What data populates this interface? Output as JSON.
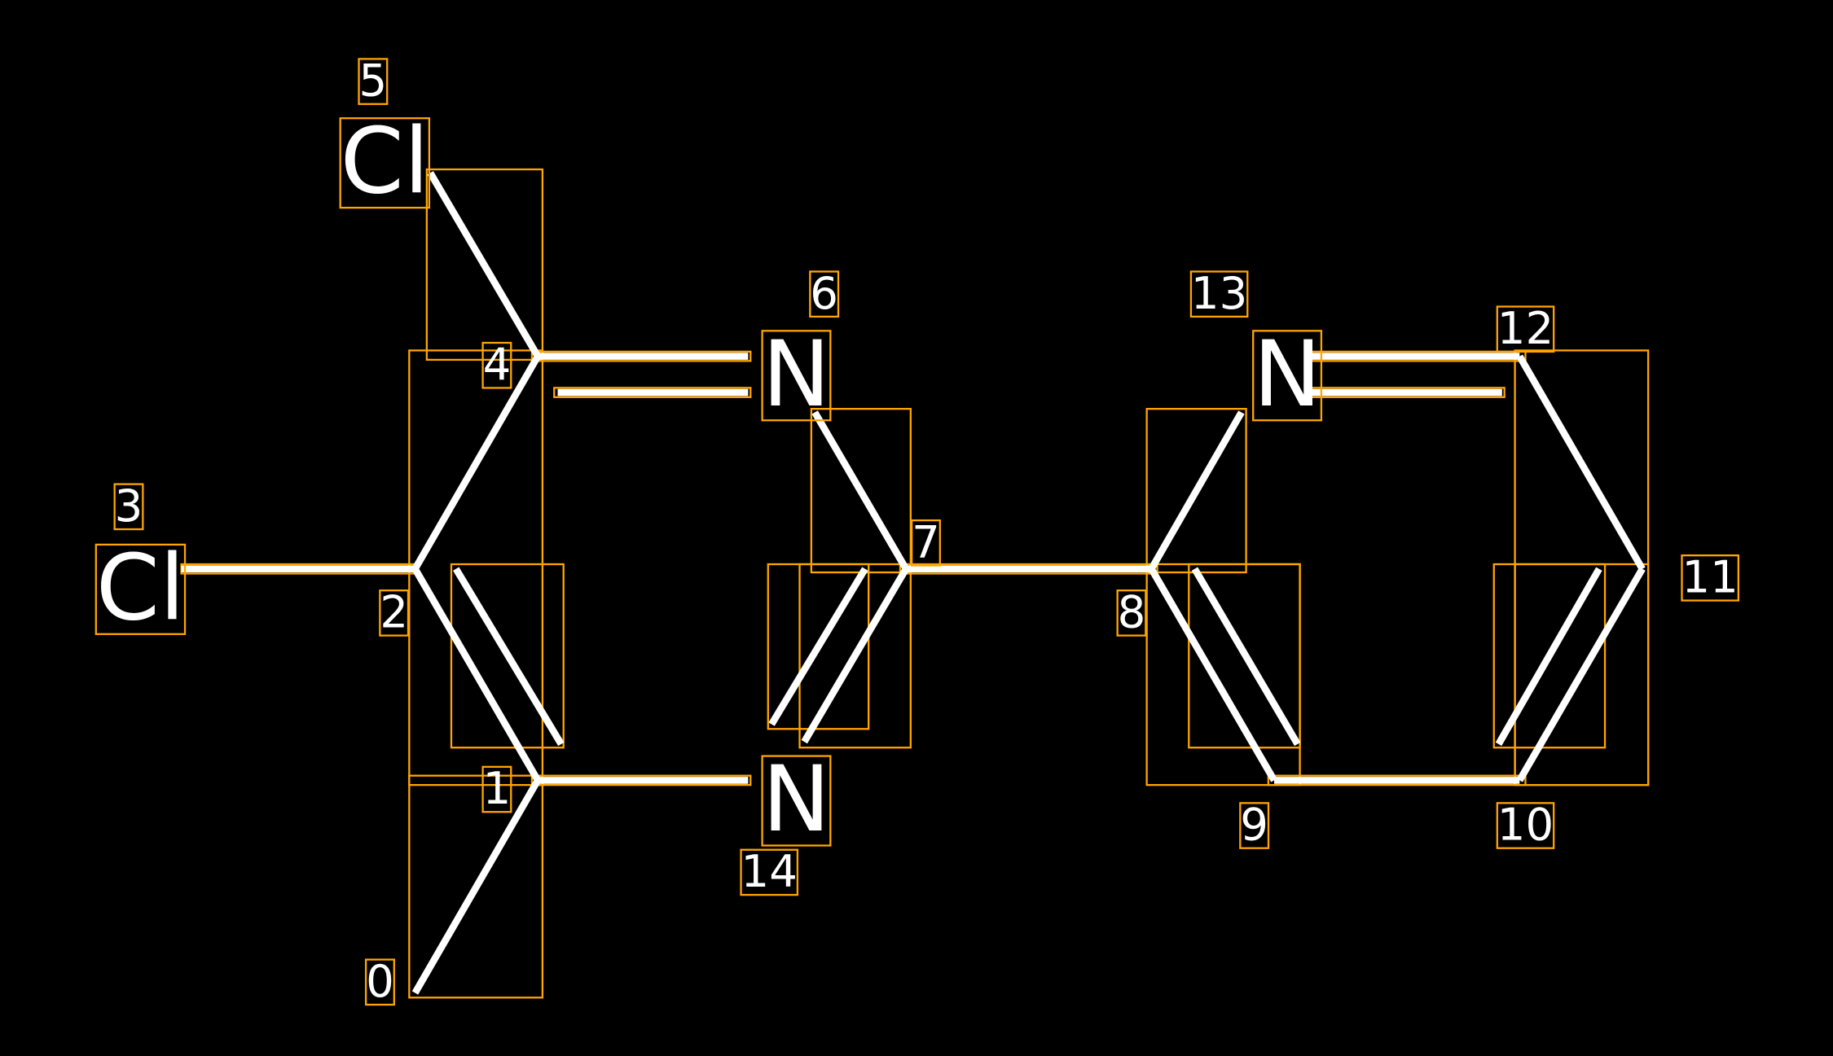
{
  "molecule": {
    "atoms": [
      {
        "index": "0",
        "element": "C"
      },
      {
        "index": "1",
        "element": "C"
      },
      {
        "index": "2",
        "element": "C"
      },
      {
        "index": "3",
        "element": "Cl"
      },
      {
        "index": "4",
        "element": "C"
      },
      {
        "index": "5",
        "element": "Cl"
      },
      {
        "index": "6",
        "element": "N"
      },
      {
        "index": "7",
        "element": "C"
      },
      {
        "index": "8",
        "element": "C"
      },
      {
        "index": "9",
        "element": "C"
      },
      {
        "index": "10",
        "element": "C"
      },
      {
        "index": "11",
        "element": "C"
      },
      {
        "index": "12",
        "element": "C"
      },
      {
        "index": "13",
        "element": "N"
      },
      {
        "index": "14",
        "element": "N"
      }
    ],
    "bonds": [
      {
        "a": 0,
        "b": 1,
        "order": 1
      },
      {
        "a": 1,
        "b": 2,
        "order": 2
      },
      {
        "a": 2,
        "b": 3,
        "order": 1
      },
      {
        "a": 2,
        "b": 4,
        "order": 1
      },
      {
        "a": 4,
        "b": 5,
        "order": 1
      },
      {
        "a": 4,
        "b": 6,
        "order": 2
      },
      {
        "a": 6,
        "b": 7,
        "order": 1
      },
      {
        "a": 7,
        "b": 14,
        "order": 2
      },
      {
        "a": 14,
        "b": 1,
        "order": 1
      },
      {
        "a": 7,
        "b": 8,
        "order": 1
      },
      {
        "a": 8,
        "b": 9,
        "order": 2
      },
      {
        "a": 9,
        "b": 10,
        "order": 1
      },
      {
        "a": 10,
        "b": 11,
        "order": 2
      },
      {
        "a": 11,
        "b": 12,
        "order": 1
      },
      {
        "a": 12,
        "b": 13,
        "order": 2
      },
      {
        "a": 13,
        "b": 8,
        "order": 1
      }
    ]
  },
  "colors": {
    "background": "#000000",
    "bond": "#FFFFFF",
    "box": "#FFA500"
  }
}
